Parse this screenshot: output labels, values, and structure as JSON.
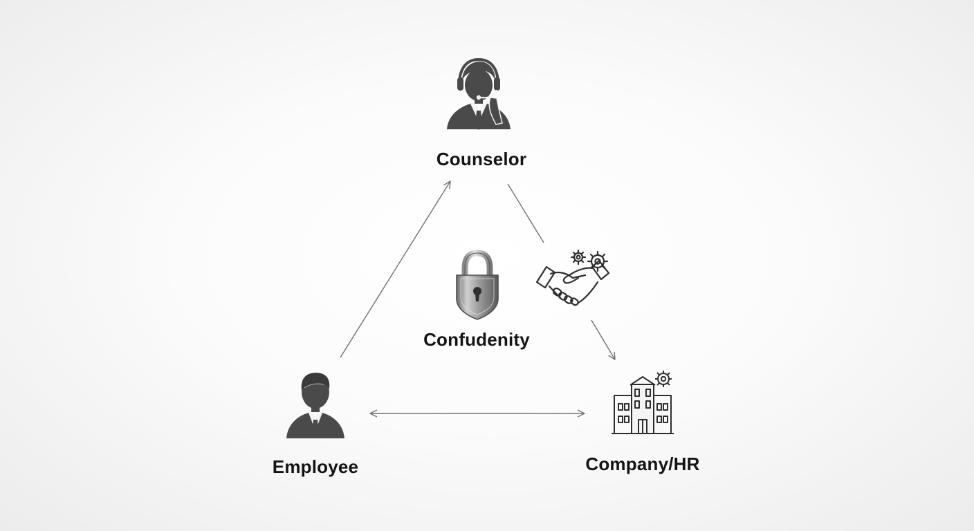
{
  "nodes": {
    "counselor": {
      "label": "Counselor",
      "icon": "counselor-headset-icon"
    },
    "center": {
      "label": "Confudenity",
      "icon": "padlock-shield-icon"
    },
    "employee": {
      "label": "Employee",
      "icon": "employee-person-icon"
    },
    "company": {
      "label": "Company/HR",
      "icon": "company-building-gear-icon"
    }
  },
  "connector_icons": [
    "handshake-gears-icon"
  ],
  "colors": {
    "line": "#707070",
    "icon": "#4a4a4a",
    "text": "#141414",
    "background": "#f6f6f6"
  }
}
